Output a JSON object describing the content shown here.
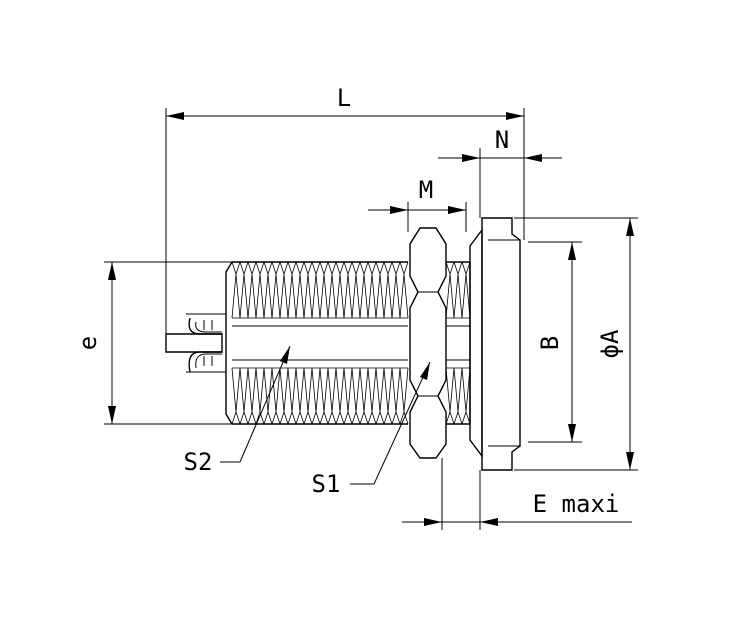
{
  "labels": {
    "L": "L",
    "N": "N",
    "M": "M",
    "e": "e",
    "B": "B",
    "A": "ϕA",
    "S1": "S1",
    "S2": "S2",
    "E": "E maxi"
  }
}
